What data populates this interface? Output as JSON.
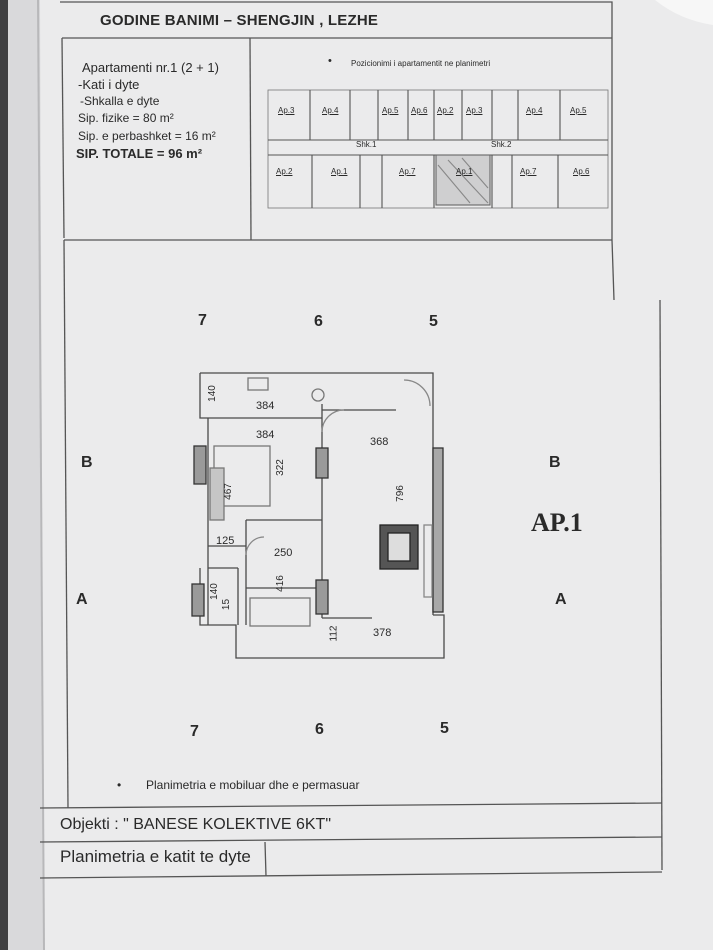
{
  "header": {
    "title": "GODINE BANIMI – SHENGJIN , LEZHE"
  },
  "apartment_info": {
    "name": "Apartamenti nr.1  (2 + 1)",
    "floor": "-Kati i dyte",
    "stair": "-Shkalla e dyte",
    "physical_area": "Sip. fizike = 80 m²",
    "shared_area": "Sip. e perbashket = 16 m²",
    "total_area": "SIP. TOTALE = 96 m²"
  },
  "position_map": {
    "bullet": "•",
    "caption": "Pozicionimi i apartamentit ne planimetri",
    "top_units": [
      "Ap.3",
      "Ap.4",
      "Ap.5",
      "Ap.6",
      "Ap.2",
      "Ap.3",
      "Ap.4",
      "Ap.5"
    ],
    "bottom_units": [
      "Ap.2",
      "Ap.1",
      "Ap.7",
      "Ap.1",
      "Ap.7",
      "Ap.6"
    ],
    "corridor_1": "Shk.1",
    "corridor_2": "Shk.2"
  },
  "axes": {
    "top": [
      "7",
      "6",
      "5"
    ],
    "bottom": [
      "7",
      "6",
      "5"
    ],
    "left": [
      "B",
      "A"
    ],
    "right": [
      "B",
      "A"
    ]
  },
  "floor_plan": {
    "label": "AP.1",
    "dimensions": [
      "140",
      "384",
      "384",
      "368",
      "322",
      "467",
      "796",
      "125",
      "250",
      "416",
      "140",
      "15",
      "112",
      "378"
    ]
  },
  "caption": {
    "bullet": "•",
    "text": "Planimetria e mobiluar dhe e permasuar"
  },
  "footer": {
    "object_line": "Objekti : \" BANESE KOLEKTIVE 6KT\"",
    "plan_title": "Planimetria e katit te dyte"
  },
  "colors": {
    "paper": "#e9e9ea",
    "ink": "#2a2a2a",
    "lines": "#555555",
    "background": "#3f3f41"
  }
}
